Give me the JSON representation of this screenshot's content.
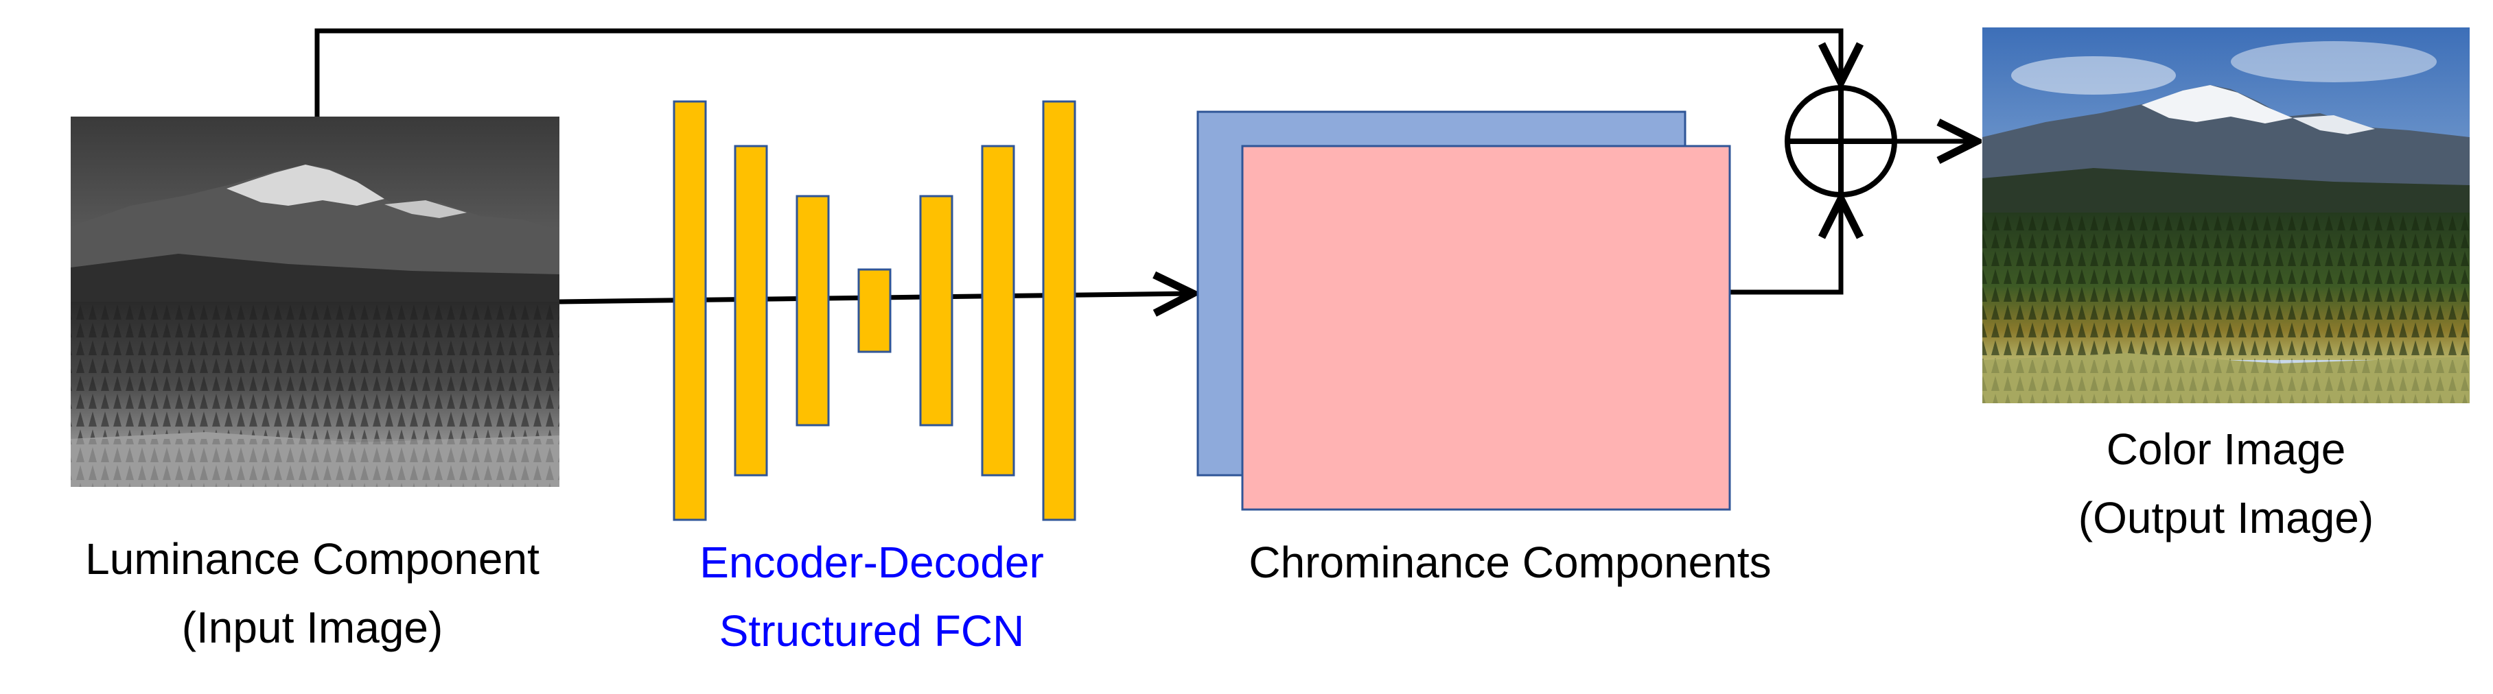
{
  "input": {
    "title": "Luminance Component",
    "subtitle": "(Input Image)"
  },
  "network": {
    "line1": "Encoder-Decoder",
    "line2": "Structured FCN",
    "color": "#0000ff"
  },
  "chroma": {
    "title": "Chrominance Components",
    "back_color": "#8eaadb",
    "front_color": "#ffb3b3"
  },
  "output": {
    "title": "Color Image",
    "subtitle": "(Output Image)"
  },
  "layers": {
    "fill": "#ffc000",
    "stroke": "#2f5597"
  }
}
